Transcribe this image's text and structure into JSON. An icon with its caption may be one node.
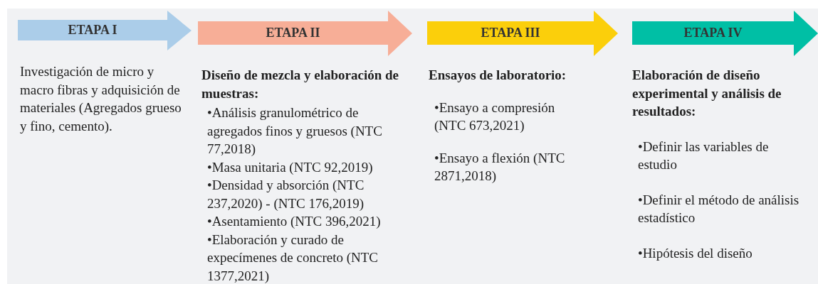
{
  "diagram": {
    "nodes": [
      {
        "text": [
          "ETAPA I"
        ],
        "beside": [
          "Investigación de micro y macro fibras y adquisición de materiales (Agregados grueso y fino, cemento)."
        ]
      },
      {
        "text": [
          "ETAPA II",
          "Diseño de mezcla y elaboración de muestras:"
        ],
        "beside": [
          "•Análisis granulométrico de agregados finos y gruesos (NTC 77,2018)",
          "•Masa unitaria (NTC 92,2019)",
          "•Densidad y absorción (NTC 237,2020) - (NTC 176,2019)",
          "•Asentamiento (NTC 396,2021)",
          "•Elaboración y curado de expecímenes de concreto (NTC 1377,2021)"
        ]
      },
      {
        "text": [
          "ETAPA III",
          "Ensayos de laboratorio:"
        ],
        "beside": [
          "•Ensayo a compresión (NTC 673,2021)",
          "•Ensayo a flexión (NTC 2871,2018)"
        ]
      },
      {
        "text": [
          "ETAPA IV",
          "Elaboración de diseño experimental y análisis de resultados:"
        ],
        "beside": [
          "•Definir las variables de estudio",
          "•Definir el método de análisis estadístico",
          "•Hipótesis del diseño"
        ]
      }
    ]
  }
}
